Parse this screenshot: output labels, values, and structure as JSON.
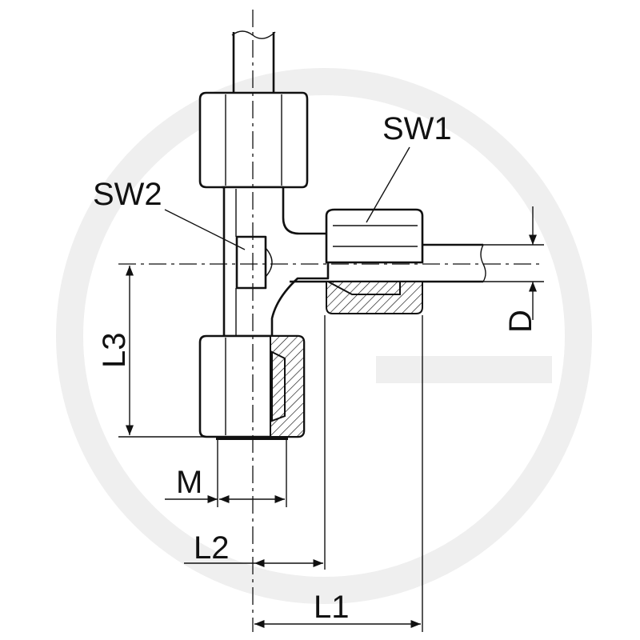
{
  "labels": {
    "sw1": "SW1",
    "sw2": "SW2",
    "l1": "L1",
    "l2": "L2",
    "l3": "L3",
    "m": "M",
    "d": "D"
  },
  "colors": {
    "line": "#111111",
    "watermark": "#efefef",
    "background": "#ffffff"
  }
}
